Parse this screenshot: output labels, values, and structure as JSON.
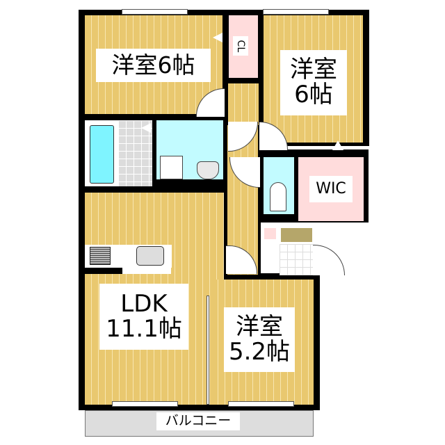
{
  "floorplan": {
    "rooms": {
      "bedroom_nw": {
        "name": "洋室",
        "size": "6帖",
        "label": "洋室6帖"
      },
      "bedroom_ne": {
        "name": "洋室",
        "size": "6帖"
      },
      "bedroom_s": {
        "name": "洋室",
        "size": "5.2帖"
      },
      "ldk": {
        "name": "LDK",
        "size": "11.1帖"
      },
      "closet": {
        "label": "CL"
      },
      "walk_in_closet": {
        "label": "WIC"
      },
      "balcony": {
        "label": "バルコニー"
      }
    },
    "colors": {
      "floor_wood": "#e9c86f",
      "wet_area": "#c2fbff",
      "closet": "#ffdcdc",
      "wall": "#000000",
      "balcony": "#dddddd",
      "entrance_step": "#b5a66a"
    }
  }
}
